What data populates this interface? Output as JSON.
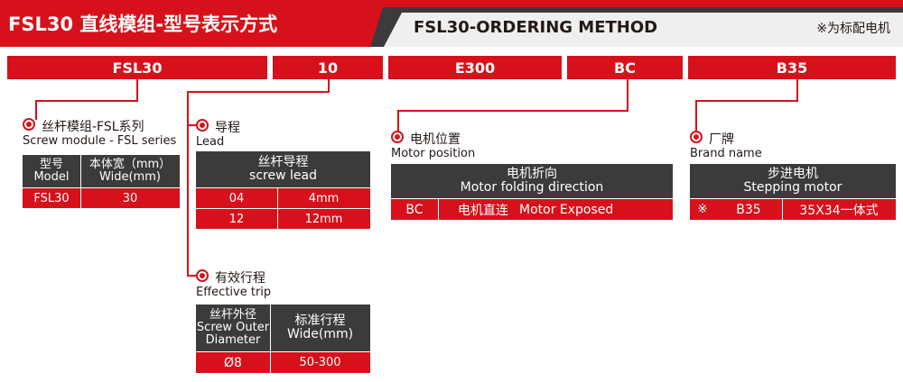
{
  "header": {
    "title": "FSL30 直线模组-型号表示方式",
    "subtitle": "FSL30-ORDERING METHOD",
    "note": "※为标配电机"
  },
  "codes": [
    "FSL30",
    "10",
    "E300",
    "BC",
    "B35"
  ],
  "sections": {
    "series": {
      "zh": "丝杆模组-FSL系列",
      "en": "Screw module - FSL series",
      "headers": [
        {
          "zh": "型号",
          "en": "Model"
        },
        {
          "zh": "本体宽（mm）",
          "en": "Wide(mm)"
        }
      ],
      "rows": [
        [
          "FSL30",
          "30"
        ]
      ]
    },
    "lead": {
      "zh": "导程",
      "en": "Lead",
      "header": {
        "zh": "丝杆导程",
        "en": "screw lead"
      },
      "rows": [
        [
          "04",
          "4mm"
        ],
        [
          "12",
          "12mm"
        ]
      ]
    },
    "trip": {
      "zh": "有效行程",
      "en": "Effective trip",
      "headers": [
        {
          "zh": "丝杆外径",
          "en1": "Screw Outer",
          "en2": "Diameter"
        },
        {
          "zh": "标准行程",
          "en": "Wide(mm)"
        }
      ],
      "rows": [
        [
          "Ø8",
          "50-300"
        ]
      ]
    },
    "motor_position": {
      "zh": "电机位置",
      "en": "Motor position",
      "header": {
        "zh": "电机折向",
        "en": "Motor folding direction"
      },
      "rows": [
        [
          "BC",
          "电机直连",
          "Motor Exposed"
        ]
      ]
    },
    "brand": {
      "zh": "厂牌",
      "en": "Brand name",
      "header": {
        "zh": "步进电机",
        "en": "Stepping motor"
      },
      "rows": [
        [
          "※",
          "B35",
          "35X34一体式"
        ]
      ]
    }
  }
}
